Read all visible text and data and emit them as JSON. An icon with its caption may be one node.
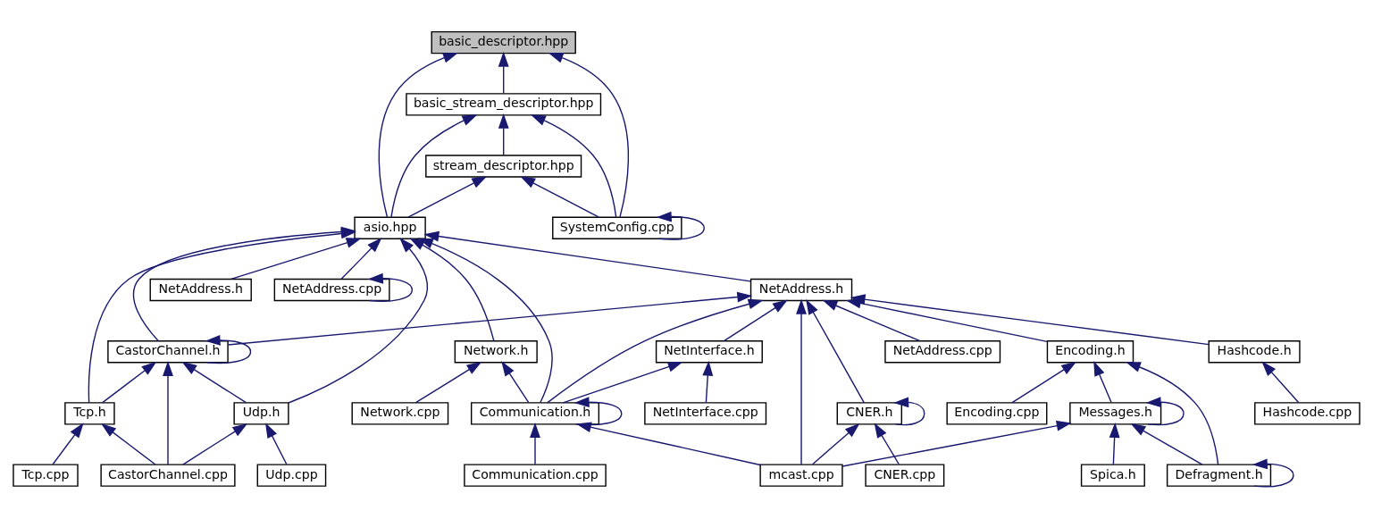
{
  "diagram": {
    "nodes": [
      {
        "text": [
          "basic_descriptor.hpp"
        ]
      },
      {
        "text": [
          "basic_stream_descriptor.hpp"
        ]
      },
      {
        "text": [
          "stream_descriptor.hpp"
        ]
      },
      {
        "text": [
          "asio.hpp"
        ]
      },
      {
        "text": [
          "SystemConfig.cpp"
        ]
      },
      {
        "text": [
          "Network.h"
        ]
      },
      {
        "text": [
          "NetAddress.h"
        ]
      },
      {
        "text": [
          "NetAddress.h"
        ]
      },
      {
        "text": [
          "NetAddress.cpp"
        ]
      },
      {
        "text": [
          "CastorChannel.h"
        ]
      },
      {
        "text": [
          "Network.cpp"
        ]
      },
      {
        "text": [
          "NetAddress.cpp"
        ]
      },
      {
        "text": [
          "NetInterface.h"
        ]
      },
      {
        "text": [
          "CNER.h"
        ]
      },
      {
        "text": [
          "Encoding.h"
        ]
      },
      {
        "text": [
          "Hashcode.h"
        ]
      },
      {
        "text": [
          "Tcp.h"
        ]
      },
      {
        "text": [
          "Udp.h"
        ]
      },
      {
        "text": [
          "Communication.h"
        ]
      },
      {
        "text": [
          "NetInterface.cpp"
        ]
      },
      {
        "text": [
          "CNER.cpp"
        ]
      },
      {
        "text": [
          "Messages.h"
        ]
      },
      {
        "text": [
          "Encoding.cpp"
        ]
      },
      {
        "text": [
          "Hashcode.cpp"
        ]
      },
      {
        "text": [
          "Tcp.cpp"
        ]
      },
      {
        "text": [
          "CastorChannel.cpp"
        ]
      },
      {
        "text": [
          "Udp.cpp"
        ]
      },
      {
        "text": [
          "Communication.cpp"
        ]
      },
      {
        "text": [
          "mcast.cpp"
        ]
      },
      {
        "text": [
          "Spica.h"
        ]
      },
      {
        "text": [
          "Defragment.h"
        ]
      }
    ],
    "edges": [
      {
        "from": 3,
        "to": 0,
        "arrow": "to"
      },
      {
        "from": 1,
        "to": 0,
        "arrow": "to"
      },
      {
        "from": 4,
        "to": 0,
        "arrow": "to"
      },
      {
        "from": 3,
        "to": 1,
        "arrow": "to"
      },
      {
        "from": 2,
        "to": 1,
        "arrow": "to"
      },
      {
        "from": 4,
        "to": 1,
        "arrow": "to"
      },
      {
        "from": 3,
        "to": 2,
        "arrow": "to"
      },
      {
        "from": 4,
        "to": 2,
        "arrow": "to"
      },
      {
        "from": 4,
        "to": 4,
        "arrow": "to"
      },
      {
        "from": 16,
        "to": 3,
        "arrow": "to"
      },
      {
        "from": 9,
        "to": 3,
        "arrow": "to"
      },
      {
        "from": 17,
        "to": 3,
        "arrow": "to"
      },
      {
        "from": 5,
        "to": 3,
        "arrow": "to"
      },
      {
        "from": 18,
        "to": 3,
        "arrow": "to"
      },
      {
        "from": 6,
        "to": 3,
        "arrow": "to"
      },
      {
        "from": 7,
        "to": 3,
        "arrow": "to"
      },
      {
        "from": 8,
        "to": 3,
        "arrow": "to"
      },
      {
        "from": 10,
        "to": 5,
        "arrow": "to"
      },
      {
        "from": 18,
        "to": 5,
        "arrow": "to"
      },
      {
        "from": 9,
        "to": 6,
        "arrow": "to"
      },
      {
        "from": 18,
        "to": 6,
        "arrow": "to"
      },
      {
        "from": 11,
        "to": 6,
        "arrow": "to"
      },
      {
        "from": 12,
        "to": 6,
        "arrow": "to"
      },
      {
        "from": 28,
        "to": 6,
        "arrow": "to"
      },
      {
        "from": 13,
        "to": 6,
        "arrow": "to"
      },
      {
        "from": 14,
        "to": 6,
        "arrow": "to"
      },
      {
        "from": 15,
        "to": 6,
        "arrow": "to"
      },
      {
        "from": 8,
        "to": 8,
        "arrow": "to"
      },
      {
        "from": 9,
        "to": 9,
        "arrow": "to"
      },
      {
        "from": 16,
        "to": 9,
        "arrow": "to"
      },
      {
        "from": 25,
        "to": 9,
        "arrow": "to"
      },
      {
        "from": 17,
        "to": 9,
        "arrow": "to"
      },
      {
        "from": 18,
        "to": 12,
        "arrow": "to"
      },
      {
        "from": 19,
        "to": 12,
        "arrow": "to"
      },
      {
        "from": 13,
        "to": 13,
        "arrow": "to"
      },
      {
        "from": 28,
        "to": 13,
        "arrow": "to"
      },
      {
        "from": 20,
        "to": 13,
        "arrow": "to"
      },
      {
        "from": 21,
        "to": 14,
        "arrow": "to"
      },
      {
        "from": 30,
        "to": 14,
        "arrow": "to"
      },
      {
        "from": 22,
        "to": 14,
        "arrow": "to"
      },
      {
        "from": 23,
        "to": 15,
        "arrow": "to"
      },
      {
        "from": 24,
        "to": 16,
        "arrow": "to"
      },
      {
        "from": 25,
        "to": 16,
        "arrow": "to"
      },
      {
        "from": 25,
        "to": 17,
        "arrow": "to"
      },
      {
        "from": 26,
        "to": 17,
        "arrow": "to"
      },
      {
        "from": 18,
        "to": 18,
        "arrow": "to"
      },
      {
        "from": 27,
        "to": 18,
        "arrow": "to"
      },
      {
        "from": 28,
        "to": 18,
        "arrow": "to"
      },
      {
        "from": 21,
        "to": 21,
        "arrow": "to"
      },
      {
        "from": 28,
        "to": 21,
        "arrow": "to"
      },
      {
        "from": 29,
        "to": 21,
        "arrow": "to"
      },
      {
        "from": 30,
        "to": 21,
        "arrow": "to"
      },
      {
        "from": 30,
        "to": 30,
        "arrow": "to"
      }
    ]
  }
}
